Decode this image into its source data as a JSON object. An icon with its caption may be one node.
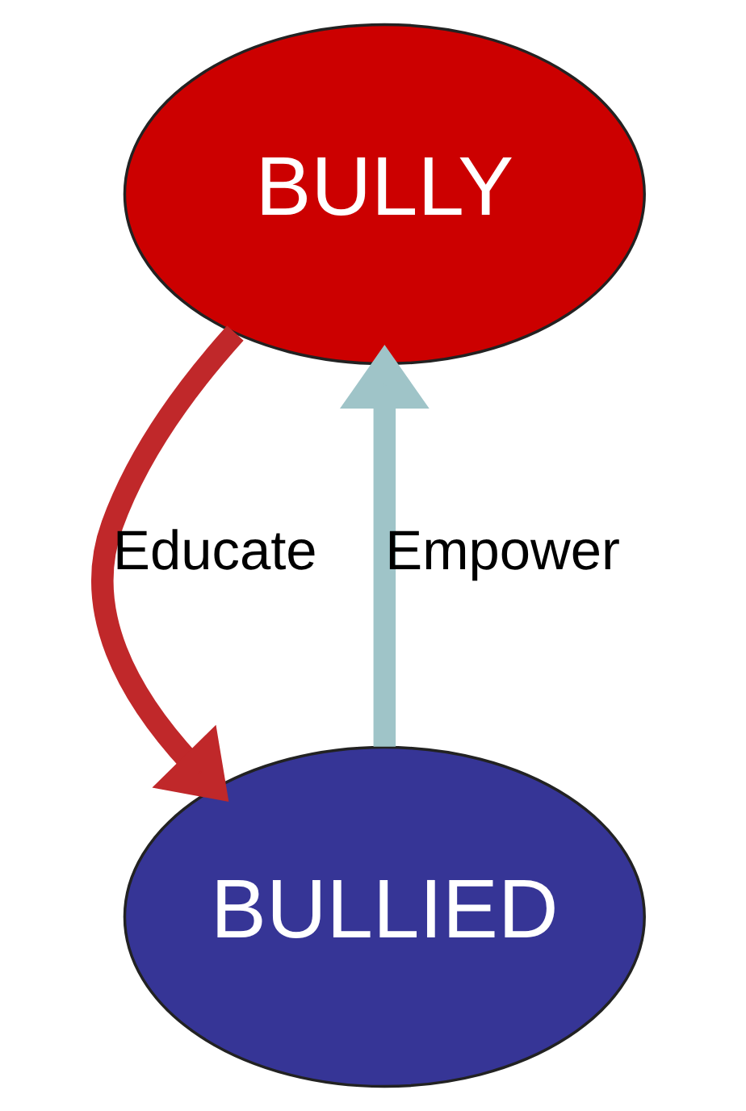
{
  "diagram": {
    "nodes": [
      {
        "text": [
          "BULLY"
        ]
      },
      {
        "text": [
          "BULLIED"
        ]
      }
    ],
    "edges": [
      {
        "from": 0,
        "to": 1,
        "arrow": "to",
        "label": "Educate",
        "color": "#c0282a"
      },
      {
        "from": 1,
        "to": 0,
        "arrow": "to",
        "label": "Empower",
        "color": "#9fc4c8"
      }
    ]
  }
}
